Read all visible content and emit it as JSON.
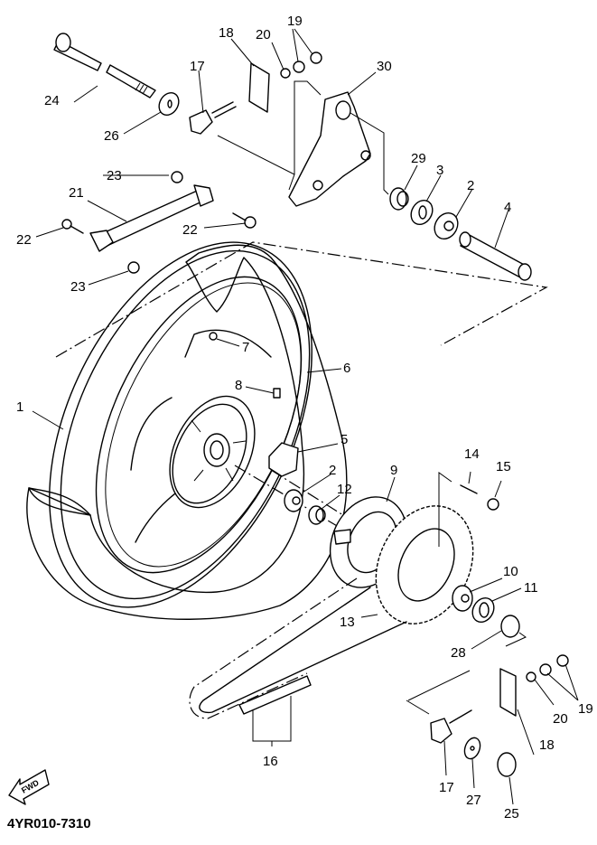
{
  "diagram": {
    "title": "Rear Wheel Exploded Parts Diagram",
    "code": "4YR010-7310",
    "fwd_label": "FWD",
    "callouts": [
      {
        "id": "c1",
        "label": "1",
        "part": "rear-wheel-rim"
      },
      {
        "id": "c2a",
        "label": "2",
        "part": "bearing-upper"
      },
      {
        "id": "c2b",
        "label": "2",
        "part": "bearing-hub"
      },
      {
        "id": "c3",
        "label": "3",
        "part": "oil-seal"
      },
      {
        "id": "c4",
        "label": "4",
        "part": "axle-collar"
      },
      {
        "id": "c5",
        "label": "5",
        "part": "damper"
      },
      {
        "id": "c6",
        "label": "6",
        "part": "tire"
      },
      {
        "id": "c7",
        "label": "7",
        "part": "valve"
      },
      {
        "id": "c8",
        "label": "8",
        "part": "balance-weight"
      },
      {
        "id": "c9",
        "label": "9",
        "part": "clutch-hub"
      },
      {
        "id": "c10",
        "label": "10",
        "part": "bearing-sprocket"
      },
      {
        "id": "c11",
        "label": "11",
        "part": "oil-seal-sprocket"
      },
      {
        "id": "c12",
        "label": "12",
        "part": "spacer"
      },
      {
        "id": "c13",
        "label": "13",
        "part": "sprocket"
      },
      {
        "id": "c14",
        "label": "14",
        "part": "stud-bolt"
      },
      {
        "id": "c15",
        "label": "15",
        "part": "nut"
      },
      {
        "id": "c16",
        "label": "16",
        "part": "drive-chain"
      },
      {
        "id": "c17a",
        "label": "17",
        "part": "adjuster-upper"
      },
      {
        "id": "c17b",
        "label": "17",
        "part": "adjuster-lower"
      },
      {
        "id": "c18a",
        "label": "18",
        "part": "plate-upper"
      },
      {
        "id": "c18b",
        "label": "18",
        "part": "plate-lower"
      },
      {
        "id": "c19a",
        "label": "19",
        "part": "nut-upper"
      },
      {
        "id": "c19b",
        "label": "19",
        "part": "nut-lower"
      },
      {
        "id": "c20a",
        "label": "20",
        "part": "washer-upper"
      },
      {
        "id": "c20b",
        "label": "20",
        "part": "washer-lower"
      },
      {
        "id": "c21",
        "label": "21",
        "part": "tension-bar"
      },
      {
        "id": "c22a",
        "label": "22",
        "part": "bolt-left"
      },
      {
        "id": "c22b",
        "label": "22",
        "part": "bolt-right"
      },
      {
        "id": "c23a",
        "label": "23",
        "part": "nut-top"
      },
      {
        "id": "c23b",
        "label": "23",
        "part": "nut-bottom"
      },
      {
        "id": "c24",
        "label": "24",
        "part": "wheel-axle"
      },
      {
        "id": "c25",
        "label": "25",
        "part": "axle-nut"
      },
      {
        "id": "c26",
        "label": "26",
        "part": "washer"
      },
      {
        "id": "c27",
        "label": "27",
        "part": "washer-lower"
      },
      {
        "id": "c28",
        "label": "28",
        "part": "collar"
      },
      {
        "id": "c29",
        "label": "29",
        "part": "collar-caliper"
      },
      {
        "id": "c30",
        "label": "30",
        "part": "caliper-bracket"
      }
    ]
  }
}
